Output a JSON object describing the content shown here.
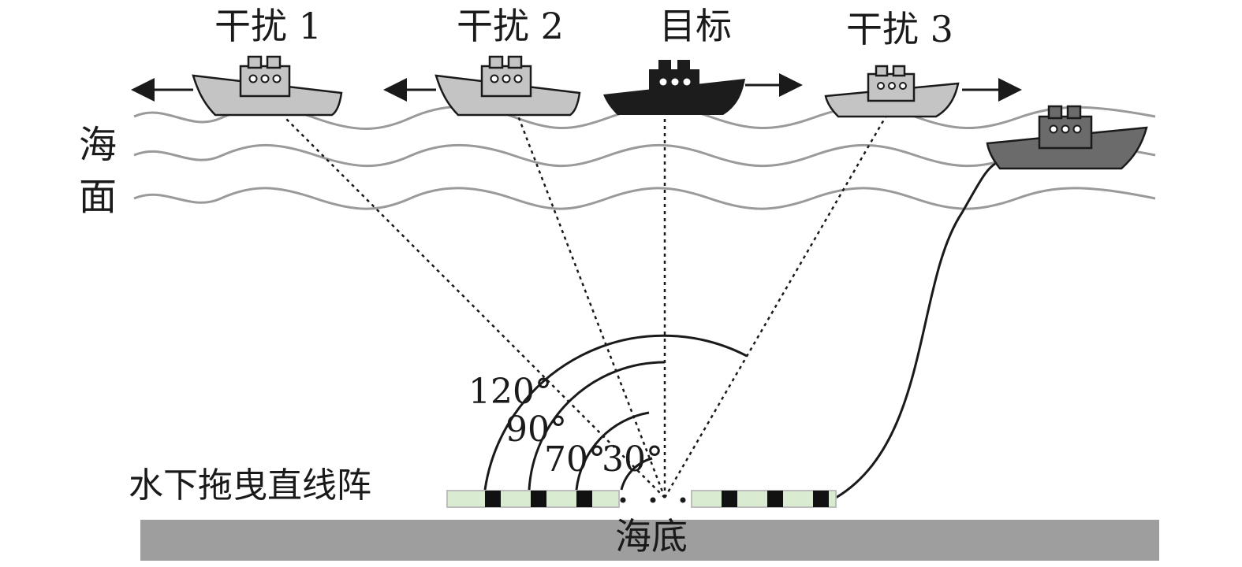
{
  "ships": {
    "interference1": {
      "label": "干扰 1",
      "color": "#c4c4c4"
    },
    "interference2": {
      "label": "干扰 2",
      "color": "#c4c4c4"
    },
    "target": {
      "label": "目标",
      "color": "#1c1c1c"
    },
    "interference3": {
      "label": "干扰 3",
      "color": "#c4c4c4"
    },
    "towing_ship_color": "#6b6b6b"
  },
  "sea_surface": {
    "label_line1": "海",
    "label_line2": "面",
    "wave_color": "#9a9a9a"
  },
  "angles": {
    "a120": "120°",
    "a90": "90°",
    "a70": "70°",
    "a30": "30°"
  },
  "array": {
    "label": "水下拖曳直线阵",
    "sensor_fill": "#d9ecd2",
    "sensor_color": "#111111"
  },
  "seabed": {
    "label": "海底",
    "color": "#9e9e9e"
  }
}
